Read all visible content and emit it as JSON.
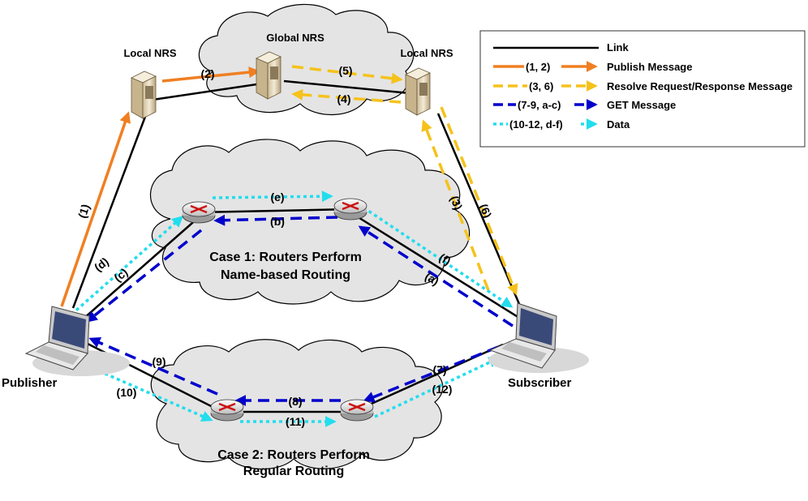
{
  "colors": {
    "link": "#000000",
    "publish": "#F07F22",
    "resolve": "#F5C21B",
    "get": "#0000CC",
    "data": "#22DDEE",
    "cloud_fill": "#E4E4E4",
    "cloud_stroke": "#000000"
  },
  "labels": {
    "global_nrs": "Global NRS",
    "local_nrs_left": "Local NRS",
    "local_nrs_right": "Local NRS",
    "publisher": "Publisher",
    "subscriber": "Subscriber",
    "case1_line1": "Case 1: Routers Perform",
    "case1_line2": "Name-based Routing",
    "case2_line1": "Case 2: Routers Perform",
    "case2_line2": "Regular Routing"
  },
  "steps": {
    "s1": "(1)",
    "s2": "(2)",
    "s3": "(3)",
    "s4": "(4)",
    "s5": "(5)",
    "s6": "(6)",
    "s7": "(7)",
    "s8": "(8)",
    "s9": "(9)",
    "s10": "(10)",
    "s11": "(11)",
    "s12": "(12)",
    "a": "(a)",
    "b": "(b)",
    "c": "(c)",
    "d": "(d)",
    "e": "(e)",
    "f": "(f)"
  },
  "legend": {
    "link_label": "Link",
    "publish_steps": "(1, 2)",
    "publish_label": "Publish Message",
    "resolve_steps": "(3, 6)",
    "resolve_label": "Resolve Request/Response Message",
    "get_steps": "(7-9, a-c)",
    "get_label": "GET Message",
    "data_steps": "(10-12, d-f)",
    "data_label": "Data"
  },
  "icons": {
    "server": "server-icon",
    "router": "router-icon",
    "laptop": "laptop-icon"
  }
}
